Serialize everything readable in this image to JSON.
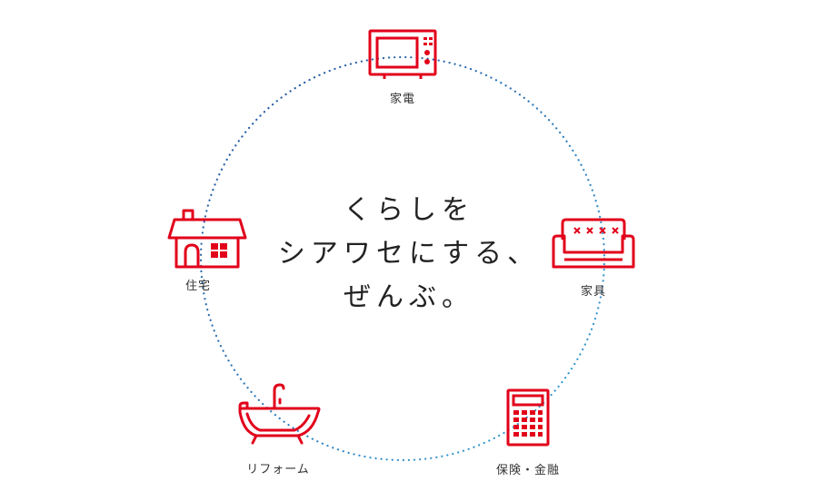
{
  "headline": {
    "line1": "くらしを",
    "line2": "シアワセにする、",
    "line3": "ぜんぶ。"
  },
  "categories": {
    "appliance": {
      "label": "家電",
      "icon": "microwave-icon"
    },
    "furniture": {
      "label": "家具",
      "icon": "sofa-icon"
    },
    "insurance": {
      "label": "保険・金融",
      "icon": "calculator-icon"
    },
    "reform": {
      "label": "リフォーム",
      "icon": "bathtub-icon"
    },
    "housing": {
      "label": "住宅",
      "icon": "house-icon"
    }
  },
  "colors": {
    "icon_red": "#e2001a",
    "ring_gradient_start": "#1a4fa0",
    "ring_gradient_end": "#3aa3d8",
    "text": "#333333"
  }
}
